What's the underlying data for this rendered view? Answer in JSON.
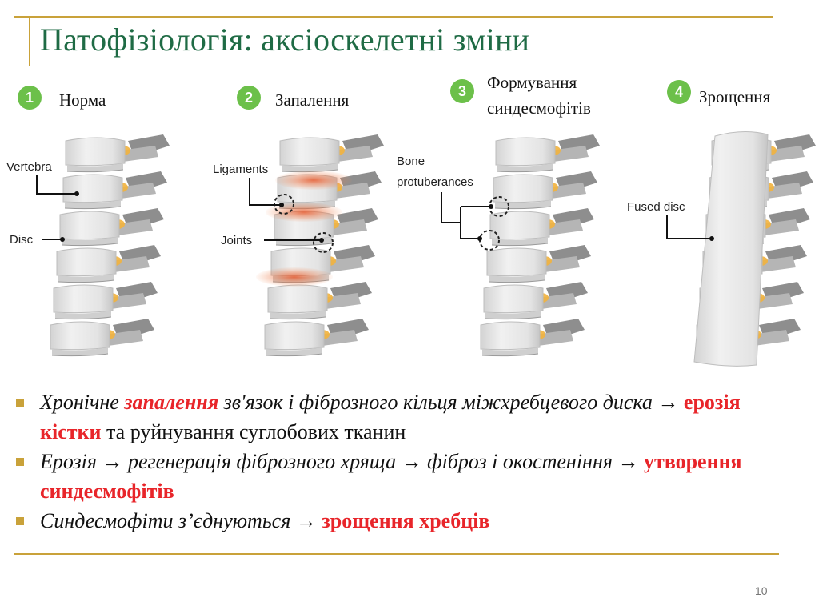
{
  "title": "Патофізіологія: аксіоскелетні зміни",
  "stages": [
    {
      "number": "1",
      "label": "Норма"
    },
    {
      "number": "2",
      "label": "Запалення"
    },
    {
      "number": "3",
      "label_line1": "Формування",
      "label_line2": "синдесмофітів"
    },
    {
      "number": "4",
      "label": "Зрощення"
    }
  ],
  "figure_labels": {
    "vertebra": "Vertebra",
    "disc": "Disc",
    "ligaments": "Ligaments",
    "joints": "Joints",
    "bone_line1": "Bone",
    "bone_line2": "protuberances",
    "fused_disc": "Fused disc"
  },
  "bullets": [
    {
      "p1": "Хронічне ",
      "p2": "запалення",
      "p3": " зв'язок і фіброзного кільця міжхребцевого диска → ",
      "p4": "ерозія кістки",
      "p5": " та руйнування суглобових тканин"
    },
    {
      "p1": "Ерозія → регенерація фіброзного хряща → фіброз і окостеніння → ",
      "p2": "утворення синдесмофітів"
    },
    {
      "p1": "Синдесмофіти з’єднуються → ",
      "p2": "зрощення хребців"
    }
  ],
  "page_number": "10",
  "colors": {
    "title": "#1f6b45",
    "accent_gold": "#c9a23a",
    "badge_green": "#6cc04a",
    "highlight_red": "#e8252a",
    "inflammation": "#e86a3a",
    "joint_yellow": "#f2b33d"
  }
}
